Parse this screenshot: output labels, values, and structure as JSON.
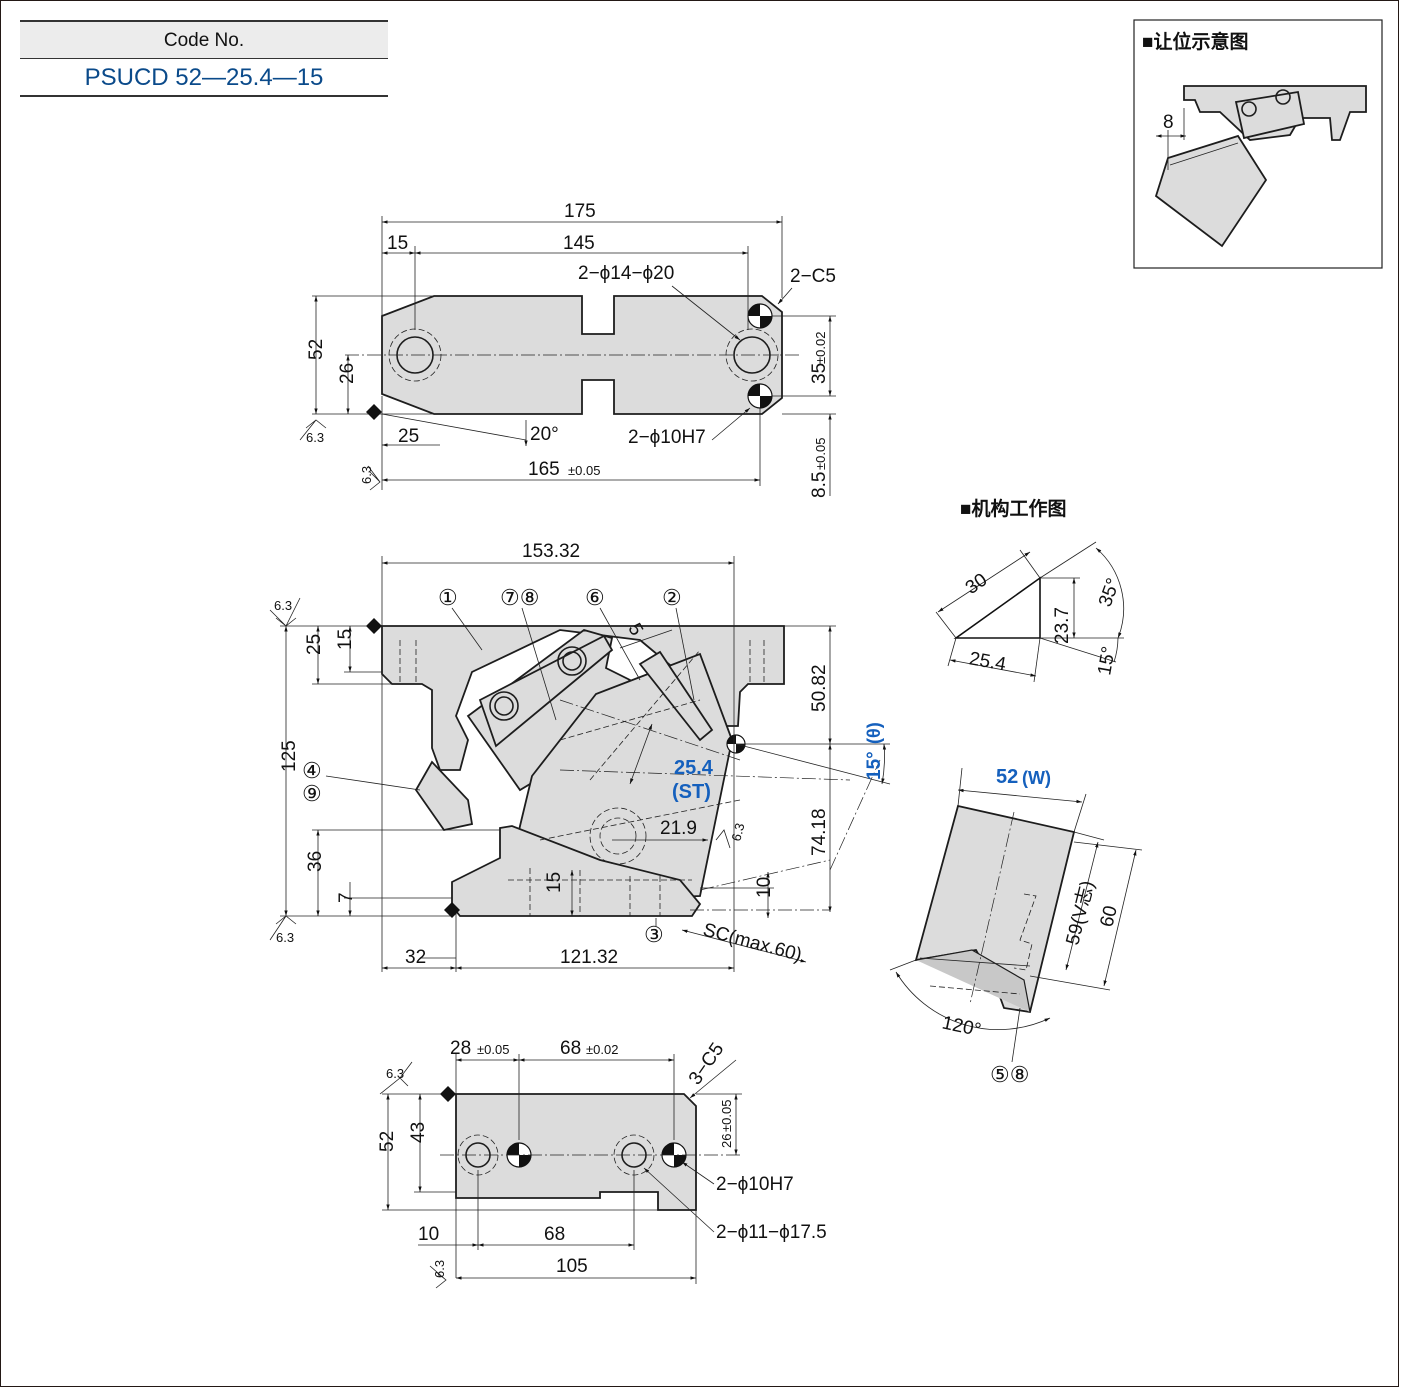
{
  "code": {
    "header": "Code No.",
    "value": "PSUCD 52—25.4—15"
  },
  "titles": {
    "relief": "■让位示意图",
    "mechanism": "■机构工作图"
  },
  "relief": {
    "dim_8": "8"
  },
  "top_view": {
    "d175": "175",
    "d15": "15",
    "d145": "145",
    "holes": "2−ϕ14−ϕ20",
    "c5": "2−C5",
    "d52": "52",
    "d26": "26",
    "d35": "35",
    "d35_tol": "±0.02",
    "d25": "25",
    "ang20": "20°",
    "pin": "2−ϕ10H7",
    "d165": "165",
    "d165_tol": "±0.05",
    "d8_5": "8.5",
    "d8_5_tol": "±0.05",
    "rough": "6.3"
  },
  "front_view": {
    "d153": "153.32",
    "d15": "15",
    "d25": "25",
    "d125": "125",
    "d36": "36",
    "d7": "7",
    "d15b": "15",
    "d10": "10",
    "d50": "50.82",
    "d74": "74.18",
    "ang15": "15°",
    "theta": "(θ)",
    "st": "25.4",
    "st_label": "(ST)",
    "d21": "21.9",
    "d5": "5",
    "d32": "32",
    "d121": "121.32",
    "sc": "SC(max.60)",
    "parts": [
      "①",
      "⑦⑧",
      "⑥",
      "②",
      "④",
      "⑨",
      "③"
    ],
    "rough": "6.3"
  },
  "bottom_view": {
    "d28": "28",
    "d28_tol": "±0.05",
    "d68": "68",
    "d68_tol": "±0.02",
    "c5": "3−C5",
    "d52": "52",
    "d43": "43",
    "d26": "26",
    "d26_tol": "±0.05",
    "pin": "2−ϕ10H7",
    "holes": "2−ϕ11−ϕ17.5",
    "d10": "10",
    "d68b": "68",
    "d105": "105",
    "rough": "6.3"
  },
  "mech": {
    "d30": "30",
    "d23": "23.7",
    "d25": "25.4",
    "ang35": "35°",
    "ang15": "15°",
    "w": "52",
    "w_label": "(W)",
    "d59": "59(V志)",
    "d60": "60",
    "ang120": "120°",
    "parts": "⑤⑧"
  }
}
